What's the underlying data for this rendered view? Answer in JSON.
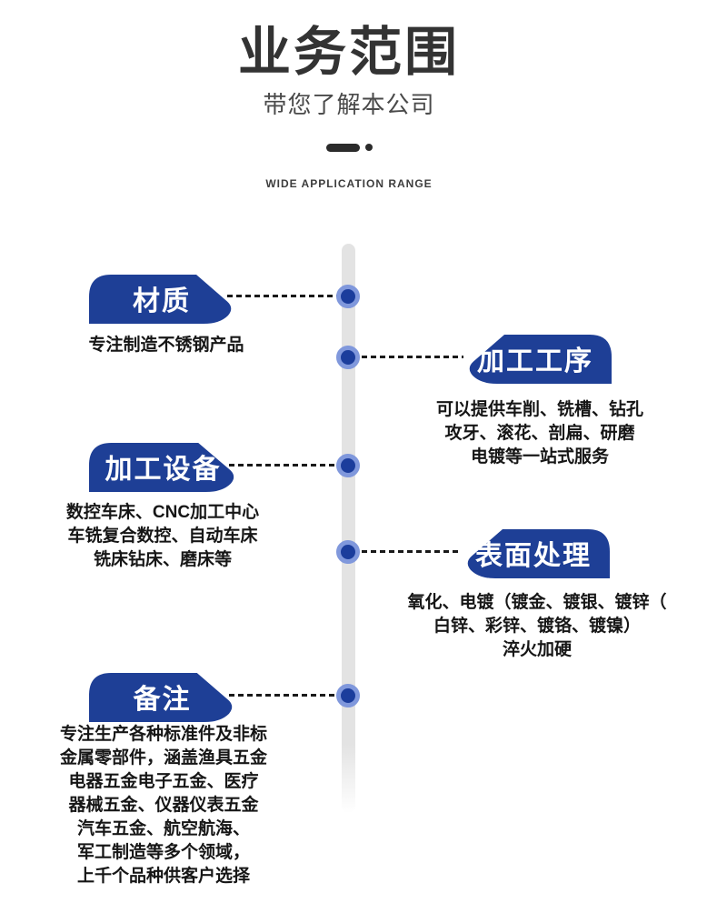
{
  "header": {
    "title": "业务范围",
    "subtitle": "带您了解本公司",
    "tagline": "WIDE APPLICATION RANGE"
  },
  "colors": {
    "accent_blue": "#1e3f96",
    "dot_inner_blue": "#1b3d9c",
    "dot_ring_blue": "#8098dc",
    "timeline_gray": "#e3e3e3",
    "title_color": "#333333",
    "body_text_color": "#161616"
  },
  "sections": [
    {
      "id": "material",
      "side": "left",
      "label": "材质",
      "description": "专注制造不锈钢产品"
    },
    {
      "id": "process",
      "side": "right",
      "label": "加工工序",
      "description": "可以提供车削、铣槽、钻孔\n攻牙、滚花、剖扁、研磨\n电镀等一站式服务"
    },
    {
      "id": "equipment",
      "side": "left",
      "label": "加工设备",
      "description": "数控车床、CNC加工中心\n车铣复合数控、自动车床\n铣床钻床、磨床等"
    },
    {
      "id": "surface",
      "side": "right",
      "label": "表面处理",
      "description": "氧化、电镀（镀金、镀银、镀锌（\n白锌、彩锌、镀铬、镀镍）\n淬火加硬"
    },
    {
      "id": "remarks",
      "side": "left",
      "label": "备注",
      "description": "专注生产各种标准件及非标\n金属零部件，涵盖渔具五金\n电器五金电子五金、医疗\n器械五金、仪器仪表五金\n汽车五金、航空航海、\n军工制造等多个领域，\n上千个品种供客户选择"
    }
  ]
}
